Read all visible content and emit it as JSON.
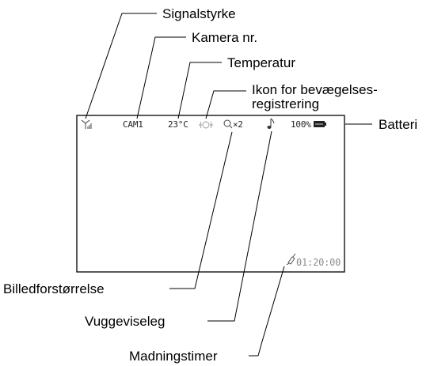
{
  "callouts": {
    "signal": "Signalstyrke",
    "camera": "Kamera nr.",
    "temperature": "Temperatur",
    "motion_line1": "Ikon for bevægelses-",
    "motion_line2": "registrering",
    "battery": "Batteri",
    "zoom": "Billedforstørrelse",
    "lullaby": "Vuggeviseleg",
    "feeding_timer": "Madningstimer"
  },
  "screen": {
    "camera_id": "CAM1",
    "temperature": "23°C",
    "zoom": "×2",
    "battery": "100%",
    "timer": "01:20:00"
  },
  "icons": [
    "signal-icon",
    "motion-icon",
    "magnifier-icon",
    "music-note-icon",
    "battery-icon",
    "bottle-icon"
  ]
}
